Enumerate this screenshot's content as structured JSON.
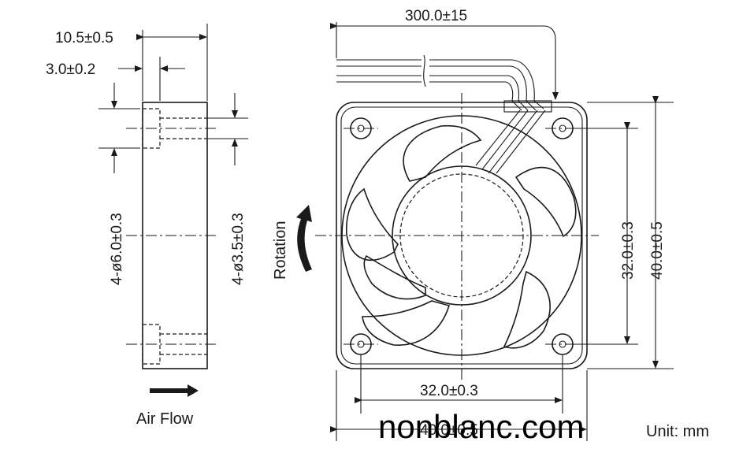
{
  "side_view": {
    "dim_thickness": "10.5±0.5",
    "dim_flange": "3.0±0.2",
    "dim_counterbore": "4-ø6.0±0.3",
    "dim_hole": "4-ø3.5±0.3",
    "airflow_label": "Air Flow"
  },
  "front_view": {
    "dim_lead_length": "300.0±15",
    "rotation_label": "Rotation",
    "dim_hole_pitch_v": "32.0±0.3",
    "dim_frame_height": "40.0±0.5",
    "dim_hole_pitch_h": "32.0±0.3",
    "dim_frame_width": "40.0±0.5"
  },
  "footer": {
    "unit_label": "Unit: mm",
    "watermark": "nonblanc.com"
  },
  "colors": {
    "ink": "#1a1a1a",
    "background": "#ffffff"
  }
}
